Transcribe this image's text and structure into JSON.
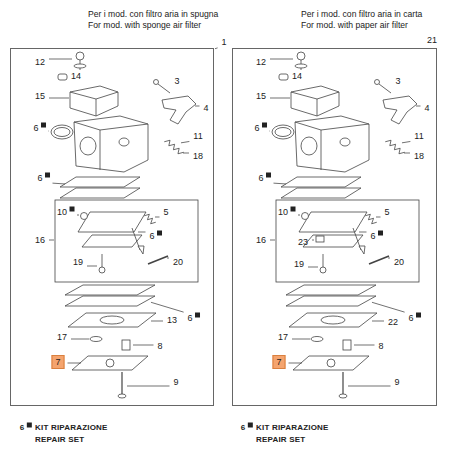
{
  "diagram": {
    "nodes": [
      {
        "text": [
          "Per i mod. con filtro aria in spugna",
          "For mod. with sponge air filter"
        ]
      },
      {
        "text": [
          "Per i mod. con filtro aria in carta",
          "For mod. with paper air filter"
        ]
      }
    ],
    "labels": [
      "1",
      "12",
      "3",
      "14",
      "15",
      "4",
      "6",
      "11",
      "18",
      "6",
      "10",
      "5",
      "16",
      "6",
      "19",
      "20",
      "6",
      "17",
      "13",
      "8",
      "7",
      "9",
      "21",
      "12",
      "3",
      "14",
      "15",
      "4",
      "6",
      "11",
      "18",
      "6",
      "10",
      "5",
      "16",
      "23",
      "6",
      "19",
      "20",
      "6",
      "22",
      "17",
      "8",
      "7",
      "9",
      "6",
      "KIT RIPARAZIONE",
      "REPAIR SET",
      "6",
      "KIT RIPARAZIONE",
      "REPAIR SET"
    ]
  }
}
